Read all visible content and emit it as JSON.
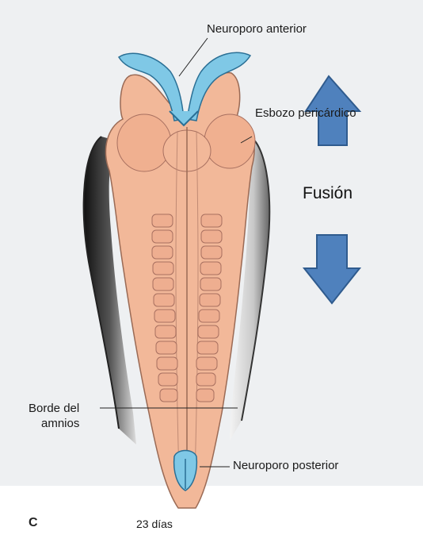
{
  "labels": {
    "anterior": "Neuroporo anterior",
    "cardiac": "Esbozo pericárdico",
    "fusion": "Fusión",
    "amnion_line1": "Borde del",
    "amnion_line2": "amnios",
    "posterior": "Neuroporo posterior",
    "panel": "C",
    "age": "23 días"
  },
  "colors": {
    "embryo": "#f2b899",
    "neural_fold": "#7fc8e6",
    "arrow": "#4f81bd"
  },
  "icons": [
    "arrow-up-icon",
    "arrow-down-icon"
  ]
}
